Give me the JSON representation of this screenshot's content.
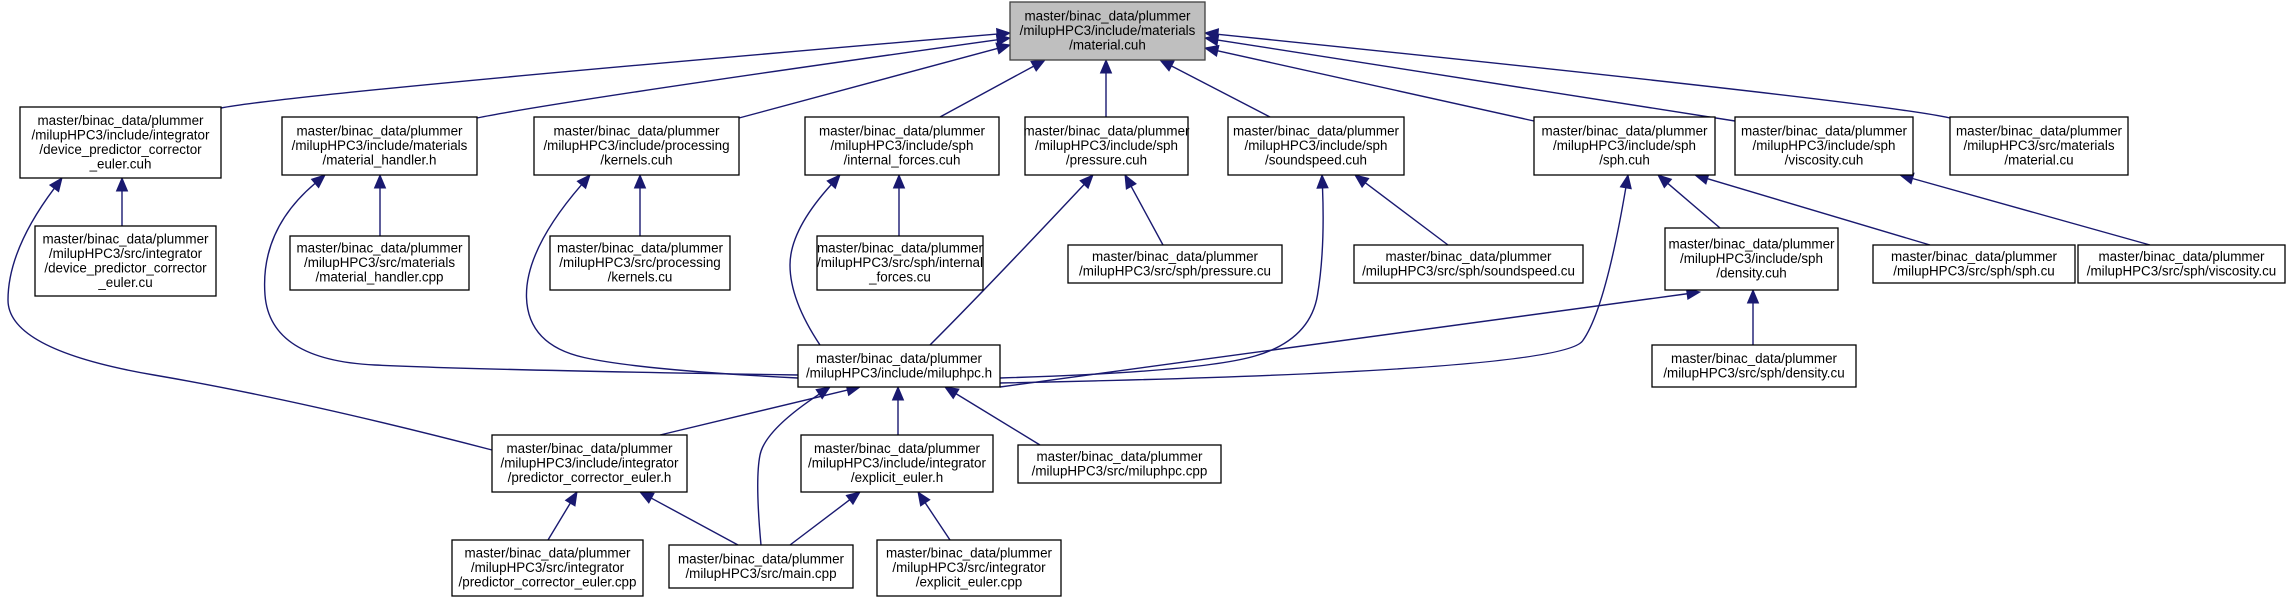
{
  "graph": {
    "type": "include-dependency-graph",
    "colors": {
      "edge": "#191970",
      "root_fill": "#bfbfbf",
      "root_border": "#404040",
      "node_fill": "#ffffff",
      "node_border": "#000000"
    },
    "nodes": [
      {
        "id": "n00",
        "lines": [
          "master/binac_data/plummer",
          "/milupHPC3/include/materials",
          "/material.cuh"
        ]
      },
      {
        "id": "n01",
        "lines": [
          "master/binac_data/plummer",
          "/milupHPC3/include/integrator",
          "/device_predictor_corrector",
          "_euler.cuh"
        ]
      },
      {
        "id": "n02",
        "lines": [
          "master/binac_data/plummer",
          "/milupHPC3/include/materials",
          "/material_handler.h"
        ]
      },
      {
        "id": "n03",
        "lines": [
          "master/binac_data/plummer",
          "/milupHPC3/include/processing",
          "/kernels.cuh"
        ]
      },
      {
        "id": "n04",
        "lines": [
          "master/binac_data/plummer",
          "/milupHPC3/include/sph",
          "/internal_forces.cuh"
        ]
      },
      {
        "id": "n05",
        "lines": [
          "master/binac_data/plummer",
          "/milupHPC3/include/sph",
          "/pressure.cuh"
        ]
      },
      {
        "id": "n06",
        "lines": [
          "master/binac_data/plummer",
          "/milupHPC3/include/sph",
          "/soundspeed.cuh"
        ]
      },
      {
        "id": "n07",
        "lines": [
          "master/binac_data/plummer",
          "/milupHPC3/include/sph",
          "/sph.cuh"
        ]
      },
      {
        "id": "n08",
        "lines": [
          "master/binac_data/plummer",
          "/milupHPC3/include/sph",
          "/viscosity.cuh"
        ]
      },
      {
        "id": "n09",
        "lines": [
          "master/binac_data/plummer",
          "/milupHPC3/src/materials",
          "/material.cu"
        ]
      },
      {
        "id": "n10",
        "lines": [
          "master/binac_data/plummer",
          "/milupHPC3/src/integrator",
          "/device_predictor_corrector",
          "_euler.cu"
        ]
      },
      {
        "id": "n11",
        "lines": [
          "master/binac_data/plummer",
          "/milupHPC3/src/materials",
          "/material_handler.cpp"
        ]
      },
      {
        "id": "n12",
        "lines": [
          "master/binac_data/plummer",
          "/milupHPC3/src/processing",
          "/kernels.cu"
        ]
      },
      {
        "id": "n13",
        "lines": [
          "master/binac_data/plummer",
          "/milupHPC3/src/sph/internal",
          "_forces.cu"
        ]
      },
      {
        "id": "n14",
        "lines": [
          "master/binac_data/plummer",
          "/milupHPC3/src/sph/pressure.cu"
        ]
      },
      {
        "id": "n15",
        "lines": [
          "master/binac_data/plummer",
          "/milupHPC3/src/sph/soundspeed.cu"
        ]
      },
      {
        "id": "n16",
        "lines": [
          "master/binac_data/plummer",
          "/milupHPC3/include/sph",
          "/density.cuh"
        ]
      },
      {
        "id": "n17",
        "lines": [
          "master/binac_data/plummer",
          "/milupHPC3/src/sph/sph.cu"
        ]
      },
      {
        "id": "n18",
        "lines": [
          "master/binac_data/plummer",
          "/milupHPC3/src/sph/viscosity.cu"
        ]
      },
      {
        "id": "n19",
        "lines": [
          "master/binac_data/plummer",
          "/milupHPC3/include/miluphpc.h"
        ]
      },
      {
        "id": "n20",
        "lines": [
          "master/binac_data/plummer",
          "/milupHPC3/src/sph/density.cu"
        ]
      },
      {
        "id": "n21",
        "lines": [
          "master/binac_data/plummer",
          "/milupHPC3/include/integrator",
          "/predictor_corrector_euler.h"
        ]
      },
      {
        "id": "n22",
        "lines": [
          "master/binac_data/plummer",
          "/milupHPC3/include/integrator",
          "/explicit_euler.h"
        ]
      },
      {
        "id": "n23",
        "lines": [
          "master/binac_data/plummer",
          "/milupHPC3/src/miluphpc.cpp"
        ]
      },
      {
        "id": "n24",
        "lines": [
          "master/binac_data/plummer",
          "/milupHPC3/src/integrator",
          "/predictor_corrector_euler.cpp"
        ]
      },
      {
        "id": "n25",
        "lines": [
          "master/binac_data/plummer",
          "/milupHPC3/src/main.cpp"
        ]
      },
      {
        "id": "n26",
        "lines": [
          "master/binac_data/plummer",
          "/milupHPC3/src/integrator",
          "/explicit_euler.cpp"
        ]
      }
    ],
    "edges": [
      {
        "from": "n01",
        "to": "n00"
      },
      {
        "from": "n02",
        "to": "n00"
      },
      {
        "from": "n03",
        "to": "n00"
      },
      {
        "from": "n04",
        "to": "n00"
      },
      {
        "from": "n05",
        "to": "n00"
      },
      {
        "from": "n06",
        "to": "n00"
      },
      {
        "from": "n07",
        "to": "n00"
      },
      {
        "from": "n08",
        "to": "n00"
      },
      {
        "from": "n09",
        "to": "n00"
      },
      {
        "from": "n10",
        "to": "n01"
      },
      {
        "from": "n21",
        "to": "n01"
      },
      {
        "from": "n11",
        "to": "n02"
      },
      {
        "from": "n19",
        "to": "n02"
      },
      {
        "from": "n12",
        "to": "n03"
      },
      {
        "from": "n19",
        "to": "n03"
      },
      {
        "from": "n13",
        "to": "n04"
      },
      {
        "from": "n19",
        "to": "n04"
      },
      {
        "from": "n14",
        "to": "n05"
      },
      {
        "from": "n19",
        "to": "n05"
      },
      {
        "from": "n15",
        "to": "n06"
      },
      {
        "from": "n19",
        "to": "n06"
      },
      {
        "from": "n16",
        "to": "n07"
      },
      {
        "from": "n17",
        "to": "n07"
      },
      {
        "from": "n19",
        "to": "n07"
      },
      {
        "from": "n18",
        "to": "n08"
      },
      {
        "from": "n19",
        "to": "n16"
      },
      {
        "from": "n20",
        "to": "n16"
      },
      {
        "from": "n21",
        "to": "n19"
      },
      {
        "from": "n22",
        "to": "n19"
      },
      {
        "from": "n23",
        "to": "n19"
      },
      {
        "from": "n25",
        "to": "n19"
      },
      {
        "from": "n24",
        "to": "n21"
      },
      {
        "from": "n25",
        "to": "n21"
      },
      {
        "from": "n25",
        "to": "n22"
      },
      {
        "from": "n26",
        "to": "n22"
      }
    ]
  }
}
